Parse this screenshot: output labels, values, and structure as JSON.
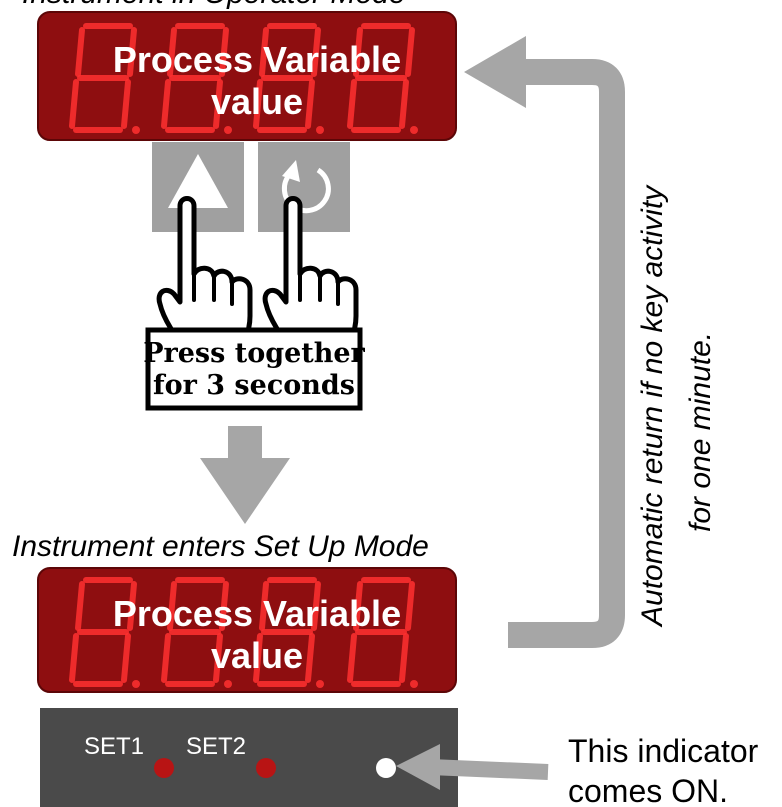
{
  "top_caption": "Instrument in Operator Mode",
  "display_top": {
    "line1": "Process Variable",
    "line2": "value"
  },
  "keys": {
    "up_icon": "up-arrow-icon",
    "cycle_icon": "cycle-icon"
  },
  "press_box": {
    "line1": "Press together",
    "line2": "for 3 seconds"
  },
  "mid_caption": "Instrument enters Set Up Mode",
  "display_bottom": {
    "line1": "Process Variable",
    "line2": "value"
  },
  "panel": {
    "set1": "SET1",
    "set2": "SET2"
  },
  "indicator_note": {
    "line1": "This indicator",
    "line2": "comes ON."
  },
  "return_note": {
    "line1": "Automatic return if no key activity",
    "line2": "for one minute."
  },
  "colors": {
    "display_bg": "#8e0e10",
    "segment": "#ff3030",
    "arrow_gray": "#a6a6a6",
    "key_gray": "#a0a0a0",
    "panel_bg": "#4a4a4a",
    "led_red": "#b81414",
    "led_on": "#ffffff"
  }
}
